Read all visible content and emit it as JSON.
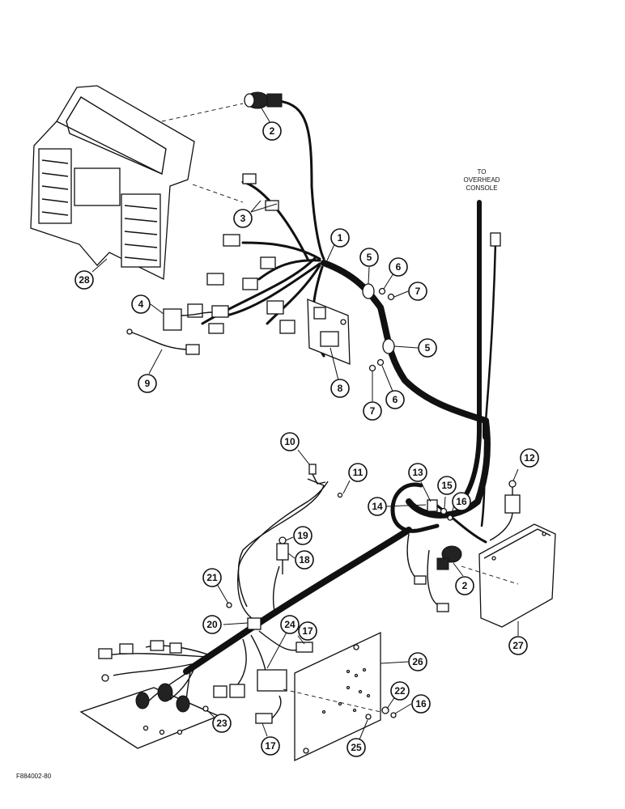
{
  "figure_id": "F884002-80",
  "note_overhead": [
    "TO",
    "OVERHEAD",
    "CONSOLE"
  ],
  "callouts": [
    {
      "id": "c1",
      "label": "1"
    },
    {
      "id": "c2a",
      "label": "2"
    },
    {
      "id": "c2b",
      "label": "2"
    },
    {
      "id": "c3",
      "label": "3"
    },
    {
      "id": "c4",
      "label": "4"
    },
    {
      "id": "c5a",
      "label": "5"
    },
    {
      "id": "c5b",
      "label": "5"
    },
    {
      "id": "c6a",
      "label": "6"
    },
    {
      "id": "c6b",
      "label": "6"
    },
    {
      "id": "c7a",
      "label": "7"
    },
    {
      "id": "c7b",
      "label": "7"
    },
    {
      "id": "c8",
      "label": "8"
    },
    {
      "id": "c9",
      "label": "9"
    },
    {
      "id": "c10",
      "label": "10"
    },
    {
      "id": "c11",
      "label": "11"
    },
    {
      "id": "c12",
      "label": "12"
    },
    {
      "id": "c13",
      "label": "13"
    },
    {
      "id": "c14",
      "label": "14"
    },
    {
      "id": "c15",
      "label": "15"
    },
    {
      "id": "c16a",
      "label": "16"
    },
    {
      "id": "c16b",
      "label": "16"
    },
    {
      "id": "c17a",
      "label": "17"
    },
    {
      "id": "c17b",
      "label": "17"
    },
    {
      "id": "c18",
      "label": "18"
    },
    {
      "id": "c19",
      "label": "19"
    },
    {
      "id": "c20",
      "label": "20"
    },
    {
      "id": "c21",
      "label": "21"
    },
    {
      "id": "c22",
      "label": "22"
    },
    {
      "id": "c23",
      "label": "23"
    },
    {
      "id": "c24",
      "label": "24"
    },
    {
      "id": "c25",
      "label": "25"
    },
    {
      "id": "c26",
      "label": "26"
    },
    {
      "id": "c27",
      "label": "27"
    },
    {
      "id": "c28",
      "label": "28"
    }
  ]
}
